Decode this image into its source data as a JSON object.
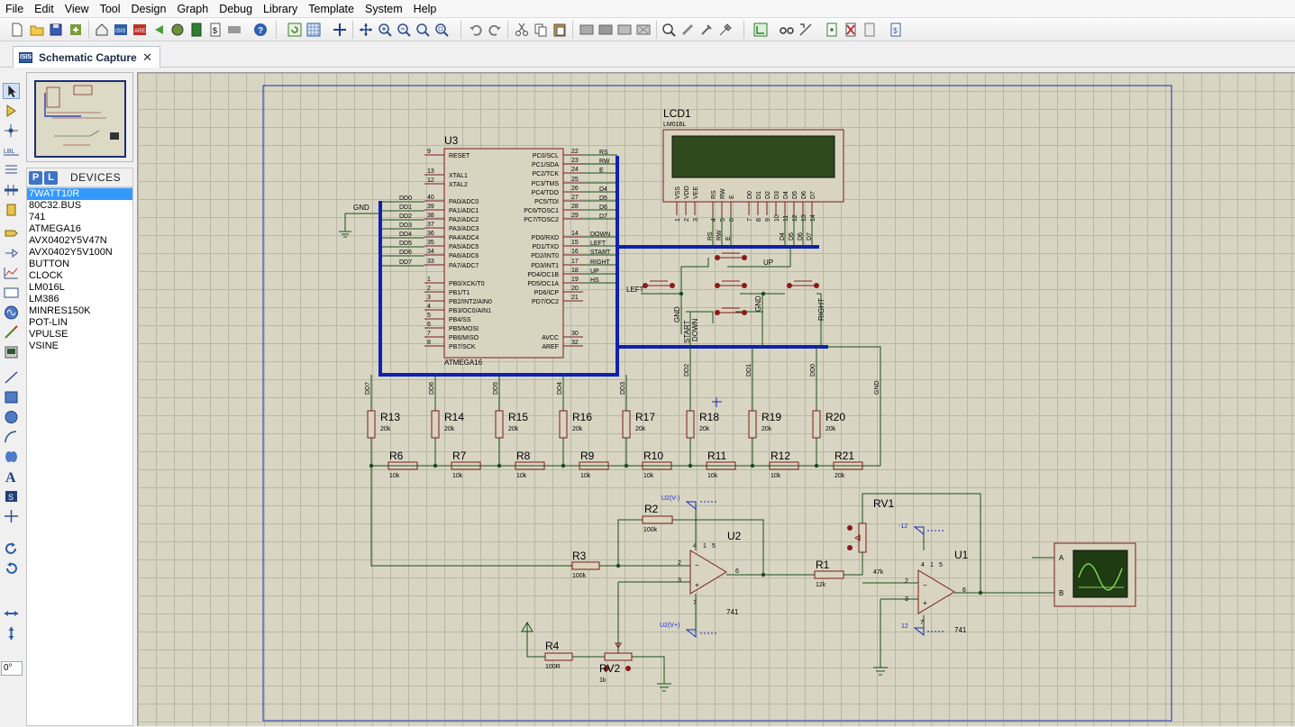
{
  "menu": [
    "File",
    "Edit",
    "View",
    "Tool",
    "Design",
    "Graph",
    "Debug",
    "Library",
    "Template",
    "System",
    "Help"
  ],
  "tab": {
    "label": "Schematic Capture",
    "icon": "ISIS",
    "close": "✕"
  },
  "devices": {
    "title": "DEVICES",
    "p_label": "P",
    "l_label": "L",
    "items": [
      "7WATT10R",
      "80C32.BUS",
      "741",
      "ATMEGA16",
      "AVX0402Y5V47N",
      "AVX0402Y5V100N",
      "BUTTON",
      "CLOCK",
      "LM016L",
      "LM386",
      "MINRES150K",
      "POT-LIN",
      "VPULSE",
      "VSINE"
    ],
    "selected": "7WATT10R"
  },
  "rotation": "0°",
  "schematic": {
    "u3": {
      "ref": "U3",
      "part": "ATMEGA16",
      "left_pins": [
        {
          "num": "9",
          "name": "RESET"
        },
        {
          "num": "13",
          "name": "XTAL1"
        },
        {
          "num": "12",
          "name": "XTAL2"
        },
        {
          "num": "40",
          "name": "PA0/ADC0"
        },
        {
          "num": "39",
          "name": "PA1/ADC1"
        },
        {
          "num": "38",
          "name": "PA2/ADC2"
        },
        {
          "num": "37",
          "name": "PA3/ADC3"
        },
        {
          "num": "36",
          "name": "PA4/ADC4"
        },
        {
          "num": "35",
          "name": "PA5/ADC5"
        },
        {
          "num": "34",
          "name": "PA6/ADC6"
        },
        {
          "num": "33",
          "name": "PA7/ADC7"
        },
        {
          "num": "1",
          "name": "PB0/XCK/T0"
        },
        {
          "num": "2",
          "name": "PB1/T1"
        },
        {
          "num": "3",
          "name": "PB2/INT2/AIN0"
        },
        {
          "num": "4",
          "name": "PB3/OC0/AIN1"
        },
        {
          "num": "5",
          "name": "PB4/SS"
        },
        {
          "num": "6",
          "name": "PB5/MOSI"
        },
        {
          "num": "7",
          "name": "PB6/MISO"
        },
        {
          "num": "8",
          "name": "PB7/SCK"
        }
      ],
      "right_pins": [
        {
          "num": "22",
          "name": "PC0/SCL"
        },
        {
          "num": "23",
          "name": "PC1/SDA"
        },
        {
          "num": "24",
          "name": "PC2/TCK"
        },
        {
          "num": "25",
          "name": "PC3/TMS"
        },
        {
          "num": "26",
          "name": "PC4/TDO"
        },
        {
          "num": "27",
          "name": "PC5/TDI"
        },
        {
          "num": "28",
          "name": "PC6/TOSC1"
        },
        {
          "num": "29",
          "name": "PC7/TOSC2"
        },
        {
          "num": "14",
          "name": "PD0/RXD"
        },
        {
          "num": "15",
          "name": "PD1/TXD"
        },
        {
          "num": "16",
          "name": "PD2/INT0"
        },
        {
          "num": "17",
          "name": "PD3/INT1"
        },
        {
          "num": "18",
          "name": "PD4/OC1B"
        },
        {
          "num": "19",
          "name": "PD5/OC1A"
        },
        {
          "num": "20",
          "name": "PD6/ICP"
        },
        {
          "num": "21",
          "name": "PD7/OC2"
        },
        {
          "num": "30",
          "name": "AVCC"
        },
        {
          "num": "32",
          "name": "AREF"
        }
      ],
      "pa_nets": [
        "DD0",
        "DD1",
        "DD2",
        "DD3",
        "DD4",
        "DD5",
        "DD6",
        "DD7"
      ],
      "pc_nets": [
        "RS",
        "RW",
        "E",
        "",
        "D4",
        "D5",
        "D6",
        "D7"
      ],
      "pd_nets": [
        "DOWN",
        "LEFT",
        "START",
        "RIGHT",
        "UP",
        "HS"
      ]
    },
    "lcd": {
      "ref": "LCD1",
      "part": "LM016L",
      "pins": [
        "VSS",
        "VDD",
        "VEE",
        "RS",
        "RW",
        "E",
        "D0",
        "D1",
        "D2",
        "D3",
        "D4",
        "D5",
        "D6",
        "D7"
      ],
      "pin_nums": [
        "1",
        "2",
        "3",
        "4",
        "5",
        "6",
        "7",
        "8",
        "9",
        "10",
        "11",
        "12",
        "13",
        "14"
      ],
      "nets": [
        "RS",
        "RW",
        "E",
        "D4",
        "D5",
        "D6",
        "D7"
      ]
    },
    "gnd_label": "GND",
    "buttons": [
      "UP",
      "LEFT",
      "START",
      "DOWN",
      "RIGHT"
    ],
    "bus_nets": [
      "DD7",
      "DD6",
      "DD5",
      "DD4",
      "DD3",
      "DD2",
      "DD1",
      "DD0",
      "GND"
    ],
    "upper_resistors": [
      {
        "ref": "R13",
        "val": "20k"
      },
      {
        "ref": "R14",
        "val": "20k"
      },
      {
        "ref": "R15",
        "val": "20k"
      },
      {
        "ref": "R16",
        "val": "20k"
      },
      {
        "ref": "R17",
        "val": "20k"
      },
      {
        "ref": "R18",
        "val": "20k"
      },
      {
        "ref": "R19",
        "val": "20k"
      },
      {
        "ref": "R20",
        "val": "20k"
      }
    ],
    "lower_resistors": [
      {
        "ref": "R6",
        "val": "10k"
      },
      {
        "ref": "R7",
        "val": "10k"
      },
      {
        "ref": "R8",
        "val": "10k"
      },
      {
        "ref": "R9",
        "val": "10k"
      },
      {
        "ref": "R10",
        "val": "10k"
      },
      {
        "ref": "R11",
        "val": "10k"
      },
      {
        "ref": "R12",
        "val": "10k"
      },
      {
        "ref": "R21",
        "val": "20k"
      }
    ],
    "u2": {
      "ref": "U2",
      "part": "741",
      "vneg": "U2(V-)",
      "vpos": "U2(V+)"
    },
    "r2": {
      "ref": "R2",
      "val": "100k"
    },
    "r3": {
      "ref": "R3",
      "val": "100k"
    },
    "r4": {
      "ref": "R4",
      "val": "100R"
    },
    "rv2": {
      "ref": "RV2",
      "val": "1k"
    },
    "r1": {
      "ref": "R1",
      "val": "12k"
    },
    "rv1": {
      "ref": "RV1",
      "val": "47k"
    },
    "u1": {
      "ref": "U1",
      "part": "741",
      "vneg": "-12",
      "vpos": "12"
    },
    "scope": {
      "a": "A",
      "b": "B"
    },
    "opamp_pins": {
      "inv": "2",
      "noninv": "3",
      "out": "6",
      "v7": "7",
      "v4": "4",
      "p1": "1",
      "p5": "5"
    }
  },
  "colors": {
    "canvas_bg": "#d8d6c3",
    "wire": "#1a4d1a",
    "bus": "#1020b0",
    "component": "#8b1a1a",
    "selection": "#3399ff"
  }
}
